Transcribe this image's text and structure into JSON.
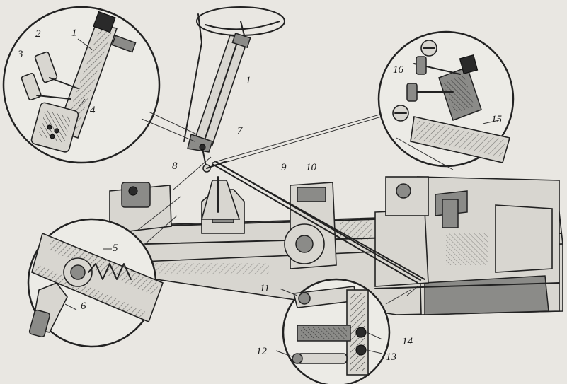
{
  "callouts": {
    "n1_steering": "1",
    "n1_inset": "1",
    "n2": "2",
    "n3": "3",
    "n4": "4",
    "n5": "5",
    "n6": "6",
    "n7": "7",
    "n8": "8",
    "n9": "9",
    "n10": "10",
    "n11": "11",
    "n12": "12",
    "n13": "13",
    "n14": "14",
    "n15": "15",
    "n16": "16"
  }
}
